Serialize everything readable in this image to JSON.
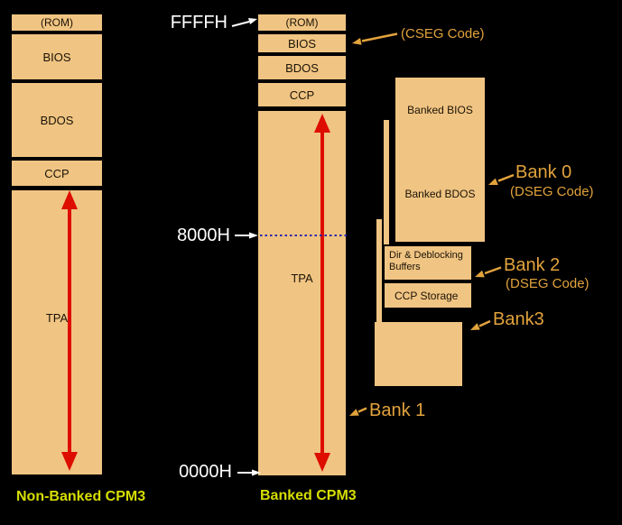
{
  "colors": {
    "background": "#000000",
    "box_fill": "#F0C482",
    "box_text": "#1C1408",
    "red_arrow": "#DD0D00",
    "orange_label": "#E2A33C",
    "white_label": "#FFFFFF",
    "caption_yellow": "#D6DE00",
    "dotted_line": "#2828B0"
  },
  "non_banked": {
    "caption": "Non-Banked CPM3",
    "sections": {
      "rom": "(ROM)",
      "bios": "BIOS",
      "bdos": "BDOS",
      "ccp": "CCP",
      "tpa": "TPA"
    }
  },
  "banked": {
    "caption": "Banked CPM3",
    "sections": {
      "rom": "(ROM)",
      "bios": "BIOS",
      "bdos": "BDOS",
      "ccp": "CCP",
      "tpa": "TPA"
    },
    "addresses": {
      "top": "FFFFH",
      "middle": "8000H",
      "bottom": "0000H"
    },
    "cseg_label": "(CSEG Code)",
    "bank1_label": "Bank 1"
  },
  "bank0": {
    "label": "Bank 0",
    "sublabel": "(DSEG Code)",
    "sections": {
      "bios": "Banked BIOS",
      "bdos": "Banked BDOS"
    }
  },
  "bank2": {
    "label": "Bank 2",
    "sublabel": "(DSEG Code)",
    "sections": {
      "buffers": "Dir & Deblocking Buffers",
      "ccp_storage": "CCP Storage"
    }
  },
  "bank3": {
    "label": "Bank3"
  }
}
